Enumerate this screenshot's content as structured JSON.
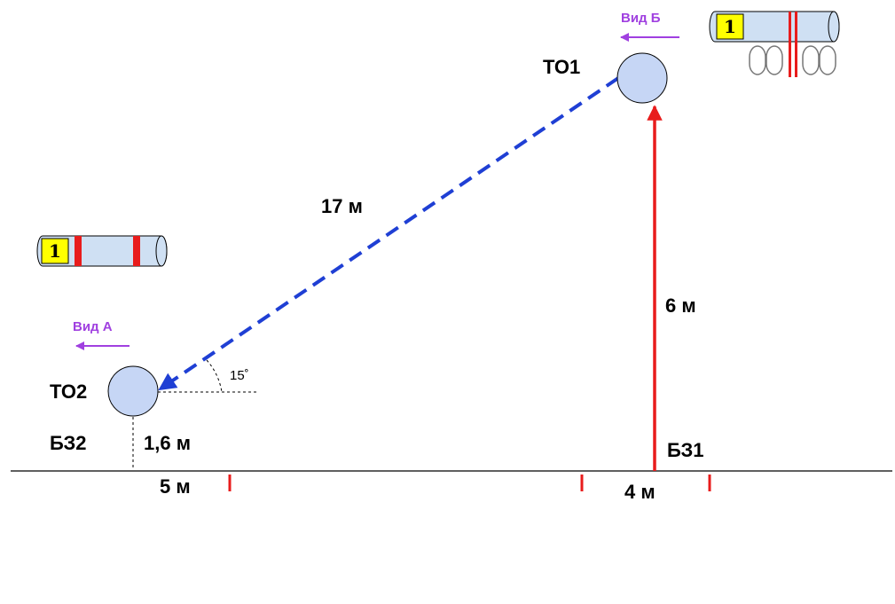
{
  "labels": {
    "to1": "ТО1",
    "to2": "ТО2",
    "bz1": "БЗ1",
    "bz2": "БЗ2",
    "dist_diag": "17 м",
    "dist_vert": "6 м",
    "height_to2": "1,6 м",
    "dist_left": "5 м",
    "dist_right": "4 м",
    "angle": "15˚"
  },
  "views": {
    "view_a": "Вид А",
    "view_b": "Вид Б"
  },
  "tags": {
    "tag_a_number": "1",
    "tag_b_number": "1",
    "tag_b_rings": "00||00"
  },
  "colors": {
    "circle_fill": "#c6d6f5",
    "dashed_line": "#1f3fd4",
    "red": "#e81c1c",
    "view_arrow": "#a040e0",
    "tag_yellow": "#ffff00",
    "tag_body": "#cfe0f3"
  }
}
